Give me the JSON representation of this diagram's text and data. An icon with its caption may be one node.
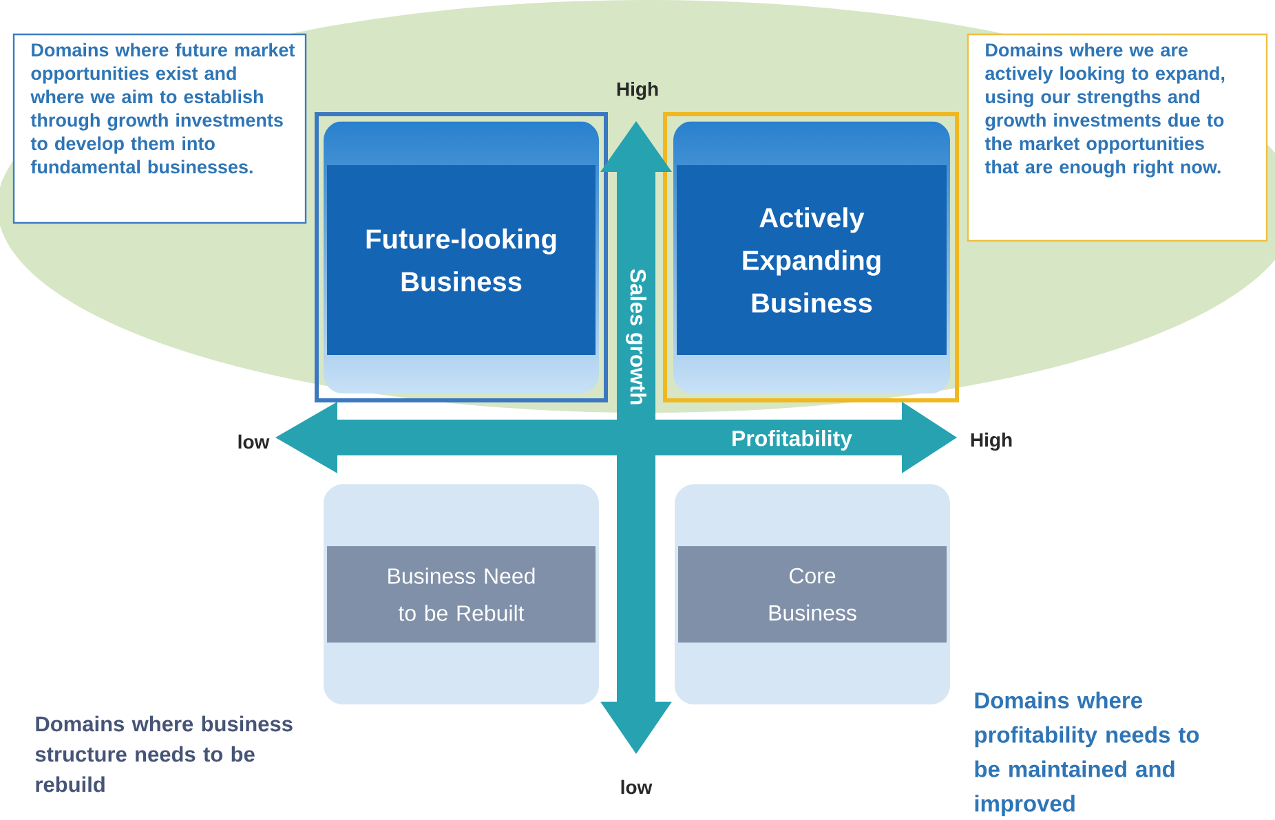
{
  "diagram": {
    "nodes": [
      {
        "text": [
          "Domains where future market opportunities exist and where we aim to establish through growth investments to develop them into fundamental businesses."
        ]
      },
      {
        "text": [
          "Future-looking Business"
        ]
      },
      {
        "text": [
          "Domains where we are actively looking to expand, using our strengths and growth investments due to the market opportunities that are enough right now."
        ]
      },
      {
        "text": [
          "Actively Expanding Business"
        ]
      },
      {
        "text": [
          "Business Need to be Rebuilt"
        ]
      },
      {
        "text": [
          "Core Business"
        ]
      }
    ],
    "labels": [
      "High",
      "Sales growth",
      "low",
      "Profitability",
      "High",
      "Domains where business structure needs to be rebuild",
      "low",
      "Domains where profitability needs to be maintained and improved"
    ]
  }
}
